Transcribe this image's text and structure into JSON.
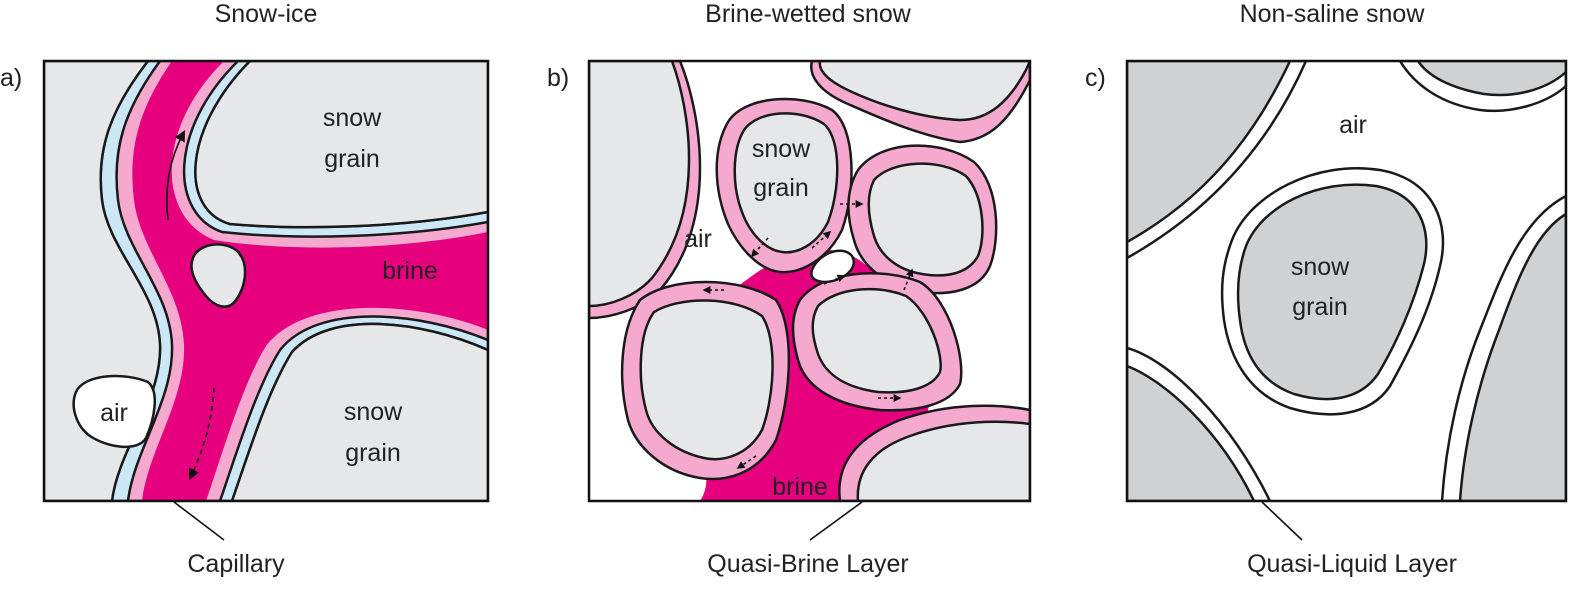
{
  "colors": {
    "brine": "#e6007e",
    "quasi_brine": "#f6a9cf",
    "capillary_blue": "#cce8f6",
    "snow_grain_light": "#e6e7e8",
    "snow_grain_dark": "#d0d1d3",
    "air": "#ffffff",
    "outline": "#1a1a1a"
  },
  "panels": [
    {
      "letter": "a)",
      "title": "Snow-ice",
      "labels": {
        "grain_top": [
          "snow",
          "grain"
        ],
        "grain_bottom": [
          "snow",
          "grain"
        ],
        "brine": "brine",
        "air": "air"
      },
      "callout": "Capillary"
    },
    {
      "letter": "b)",
      "title": "Brine-wetted snow",
      "labels": {
        "grain": [
          "snow",
          "grain"
        ],
        "air": "air",
        "brine": "brine"
      },
      "callout": "Quasi-Brine Layer"
    },
    {
      "letter": "c)",
      "title": "Non-saline snow",
      "labels": {
        "air": "air",
        "grain": [
          "snow",
          "grain"
        ]
      },
      "callout": "Quasi-Liquid Layer"
    }
  ]
}
